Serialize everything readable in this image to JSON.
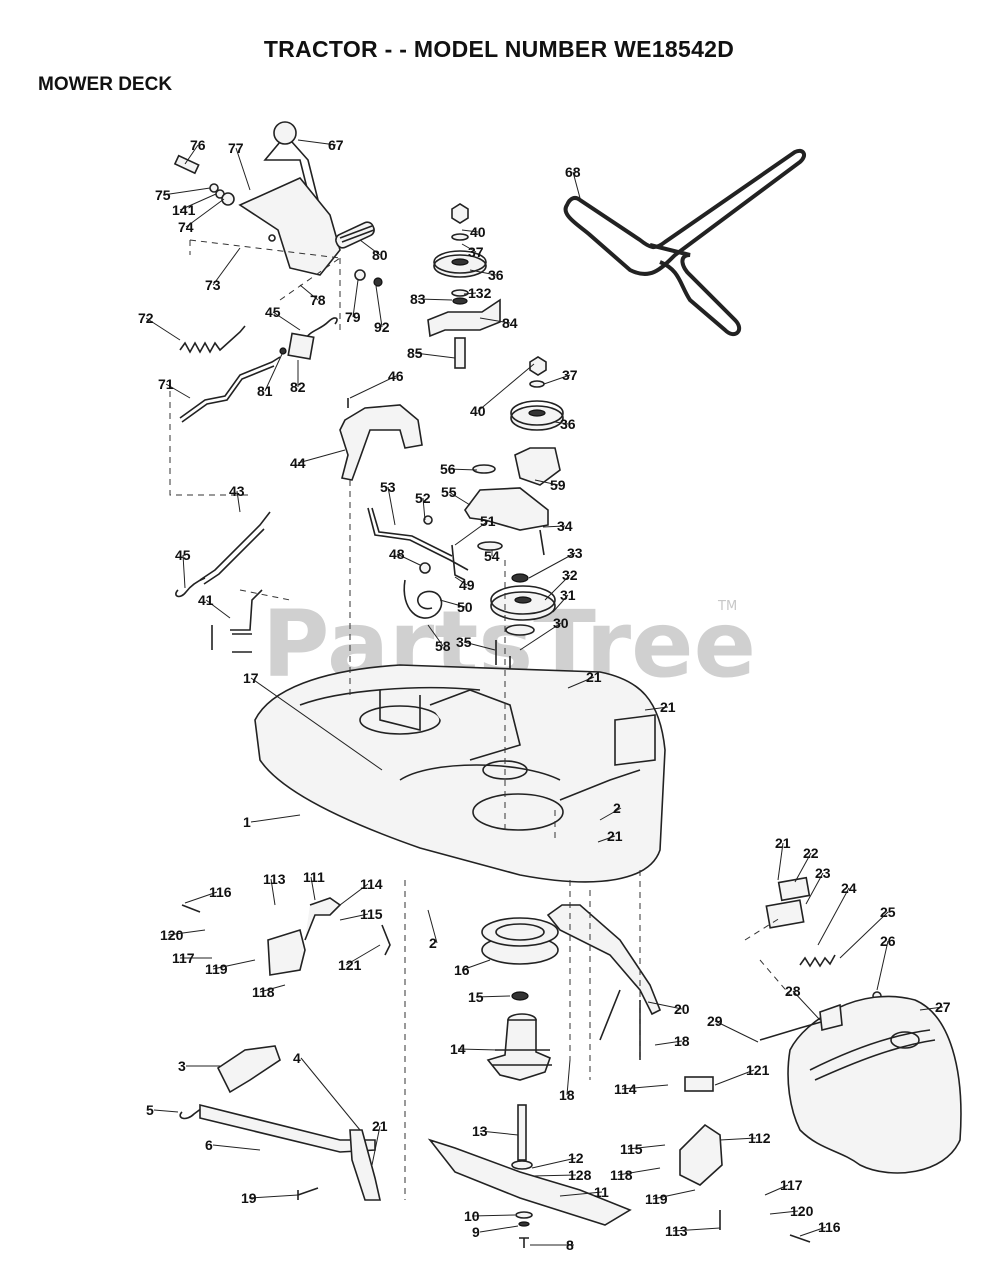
{
  "header": {
    "title": "TRACTOR - - MODEL NUMBER WE18542D",
    "section": "MOWER DECK"
  },
  "watermark": {
    "text": "PartsTree",
    "trademark": "TM"
  },
  "callouts": [
    "76",
    "77",
    "67",
    "75",
    "141",
    "74",
    "73",
    "78",
    "79",
    "80",
    "92",
    "72",
    "45",
    "81",
    "82",
    "71",
    "40",
    "37",
    "36",
    "83",
    "132",
    "84",
    "85",
    "68",
    "46",
    "40",
    "37",
    "36",
    "44",
    "56",
    "59",
    "55",
    "34",
    "53",
    "52",
    "51",
    "48",
    "54",
    "33",
    "49",
    "32",
    "50",
    "31",
    "58",
    "35",
    "30",
    "43",
    "45",
    "41",
    "17",
    "21",
    "21",
    "1",
    "2",
    "21",
    "21",
    "22",
    "23",
    "24",
    "25",
    "26",
    "27",
    "28",
    "29",
    "113",
    "111",
    "114",
    "116",
    "115",
    "120",
    "117",
    "119",
    "121",
    "118",
    "2",
    "16",
    "15",
    "20",
    "14",
    "18",
    "18",
    "3",
    "4",
    "5",
    "6",
    "21",
    "19",
    "13",
    "12",
    "128",
    "11",
    "10",
    "9",
    "8",
    "114",
    "121",
    "115",
    "112",
    "118",
    "119",
    "117",
    "120",
    "116",
    "113"
  ]
}
